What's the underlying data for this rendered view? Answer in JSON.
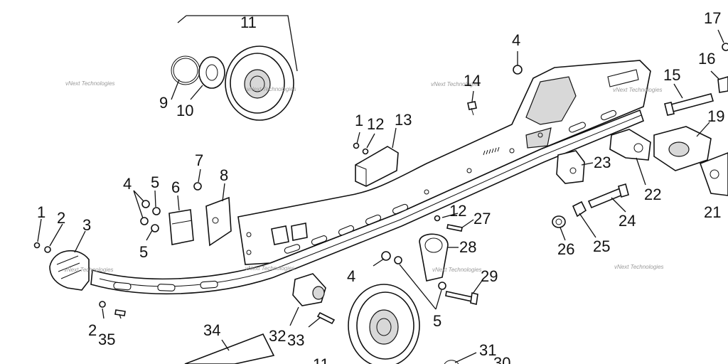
{
  "diagram": {
    "labels": [
      "11",
      "9",
      "10",
      "4",
      "14",
      "13",
      "12",
      "1",
      "15",
      "16",
      "17",
      "19",
      "23",
      "22",
      "24",
      "21",
      "7",
      "6",
      "5",
      "8",
      "2",
      "3",
      "27",
      "28",
      "26",
      "25",
      "29",
      "32",
      "33",
      "34",
      "35",
      "31",
      "30"
    ],
    "watermark": "vNext Technologies"
  }
}
